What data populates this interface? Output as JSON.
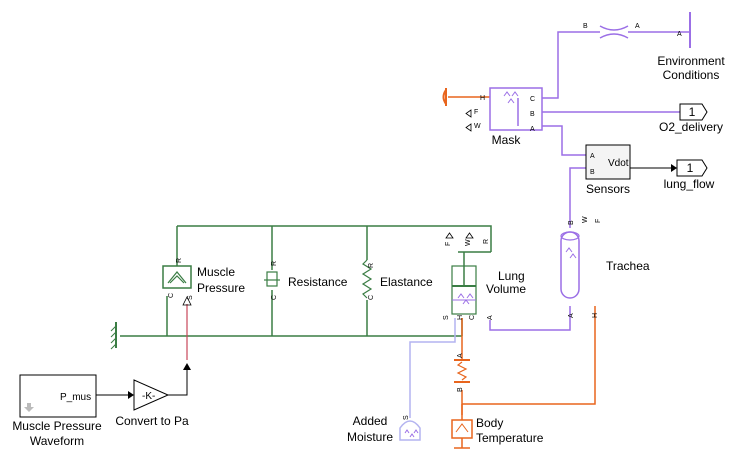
{
  "blocks": {
    "environment": {
      "label_line1": "Environment",
      "label_line2": "Conditions",
      "port_b": "B",
      "port_a": "A",
      "port_a2": "A"
    },
    "mask": {
      "label": "Mask",
      "port_h": "H",
      "port_f": "F",
      "port_w": "W",
      "port_c": "C",
      "port_b": "B",
      "port_a": "A"
    },
    "o2_delivery": {
      "label": "O2_delivery",
      "num": "1"
    },
    "sensors": {
      "label": "Sensors",
      "port_a": "A",
      "port_b": "B",
      "port_vdot": "Vdot"
    },
    "lung_flow": {
      "label": "lung_flow",
      "num": "1"
    },
    "trachea": {
      "label": "Trachea",
      "port_b": "B",
      "port_w": "W",
      "port_f": "F",
      "port_a": "A",
      "port_h": "H"
    },
    "muscle_pressure": {
      "label_line1": "Muscle",
      "label_line2": "Pressure",
      "port_c": "C",
      "port_r": "R",
      "port_s": "S"
    },
    "resistance": {
      "label": "Resistance",
      "port_c": "C",
      "port_r": "R"
    },
    "elastance": {
      "label": "Elastance",
      "port_c": "C",
      "port_r": "R"
    },
    "lung_volume": {
      "label_line1": "Lung",
      "label_line2": "Volume",
      "port_f": "F",
      "port_w": "W",
      "port_r": "R",
      "port_s": "S",
      "port_h": "H",
      "port_c": "C",
      "port_a": "A"
    },
    "waveform": {
      "label_line1": "Muscle Pressure",
      "label_line2": "Waveform",
      "output": "P_mus"
    },
    "gain": {
      "label": "Convert to Pa",
      "value": "-K-"
    },
    "thermal": {
      "port_a": "A",
      "port_b": "B"
    },
    "added_moisture": {
      "label_line1": "Added",
      "label_line2": "Moisture",
      "port_s": "S"
    },
    "body_temperature": {
      "label_line1": "Body",
      "label_line2": "Temperature"
    }
  },
  "colors": {
    "mech": "#3a7d44",
    "gas": "#9b6fe6",
    "thermal": "#e8651d",
    "moisture": "#b4b4f0",
    "signal": "#000000",
    "pressure_signal": "#c8455a"
  }
}
